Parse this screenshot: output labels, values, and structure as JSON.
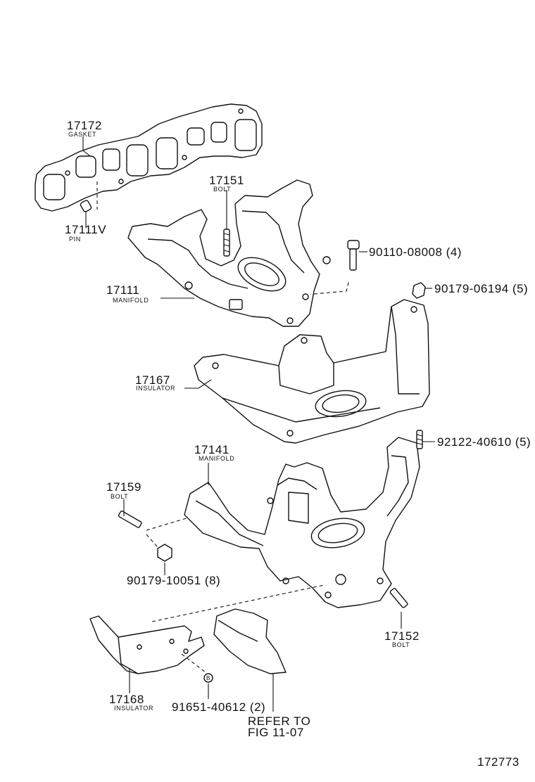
{
  "labels": {
    "gasket_pn": "17172",
    "gasket_name": "GASKET",
    "bolt1_pn": "17151",
    "bolt1_name": "BOLT",
    "pin_pn": "17111V",
    "pin_name": "PIN",
    "bolt_callout": "90110-08008 (4)",
    "manifold1_pn": "17111",
    "manifold1_name": "MANIFOLD",
    "nut_callout": "90179-06194 (5)",
    "insulator1_pn": "17167",
    "insulator1_name": "INSULATOR",
    "stud_callout": "92122-40610 (5)",
    "manifold2_pn": "17141",
    "manifold2_name": "MANIFOLD",
    "bolt2_pn": "17159",
    "bolt2_name": "BOLT",
    "nut2_callout": "90179-10051 (8)",
    "bolt3_pn": "17152",
    "bolt3_name": "BOLT",
    "insulator2_pn": "17168",
    "insulator2_name": "INSULATOR",
    "bolt4_callout": "91651-40612 (2)",
    "circle_letter": "B",
    "refer_line1": "REFER TO",
    "refer_line2": "FIG 11-07",
    "figure_id": "172773"
  }
}
